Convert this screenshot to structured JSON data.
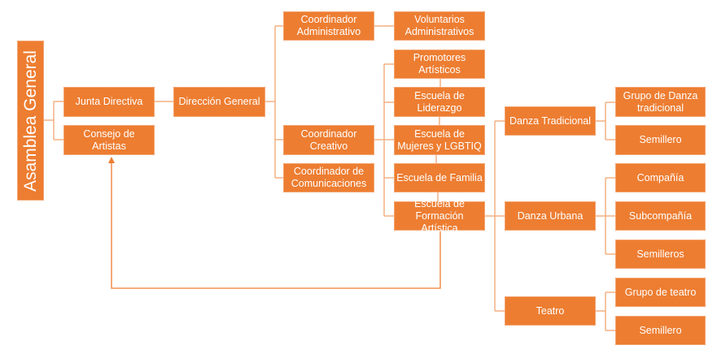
{
  "colors": {
    "box": "#ED7D31",
    "line": "#F4B183",
    "arrow": "#ED7D31"
  },
  "nodes": {
    "asamblea": "Asamblea General",
    "junta": "Junta Directiva",
    "consejo": "Consejo de Artistas",
    "direccion": "Dirección General",
    "coord_admin": "Coordinador Administrativo",
    "coord_creativo": "Coordinador Creativo",
    "coord_comunicaciones": "Coordinador de Comunicaciones",
    "voluntarios": "Voluntarios Administrativos",
    "promotores": "Promotores Artísticos",
    "liderazgo": "Escuela de Liderazgo",
    "mujeres": "Escuela de Mujeres y LGBTIQ",
    "familia": "Escuela de Familia",
    "formacion": "Escuela de Formación Artística",
    "danza_tradicional": "Danza Tradicional",
    "danza_urbana": "Danza Urbana",
    "teatro": "Teatro",
    "grupo_danza": "Grupo de Danza tradicional",
    "semillero_dt": "Semillero",
    "compania": "Compañía",
    "subcompania": "Subcompañía",
    "semilleros_du": "Semilleros",
    "grupo_teatro": "Grupo de teatro",
    "semillero_t": "Semillero"
  }
}
